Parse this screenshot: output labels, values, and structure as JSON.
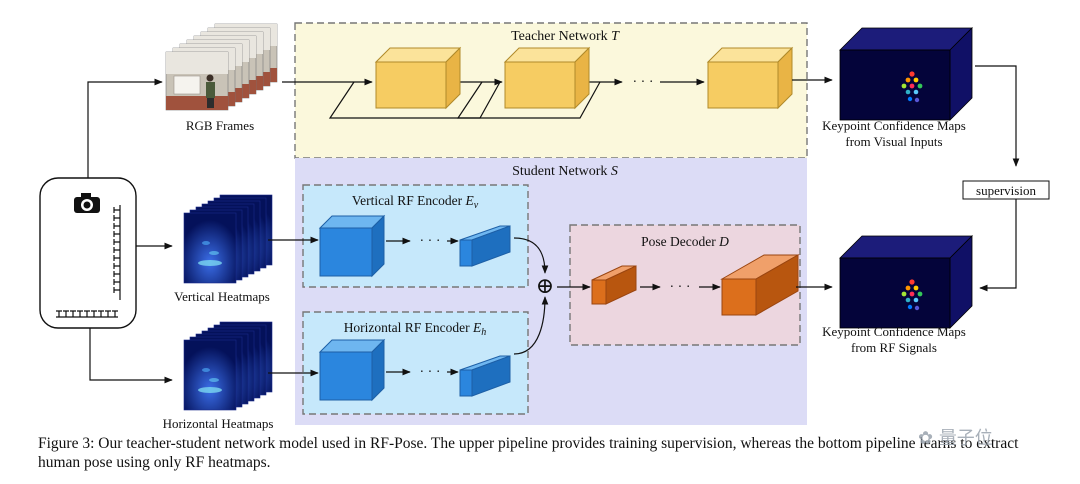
{
  "teacher": {
    "title": "Teacher Network",
    "symbol": "T"
  },
  "student": {
    "title": "Student Network",
    "symbol": "S"
  },
  "vertical_encoder": {
    "title": "Vertical RF Encoder",
    "symbol": "E",
    "sub": "v"
  },
  "horizontal_encoder": {
    "title": "Horizontal RF Encoder",
    "symbol": "E",
    "sub": "h"
  },
  "pose_decoder": {
    "title": "Pose Decoder",
    "symbol": "D"
  },
  "labels": {
    "rgb_frames": "RGB Frames",
    "vertical_heatmaps": "Vertical Heatmaps",
    "horizontal_heatmaps": "Horizontal Heatmaps",
    "supervision": "supervision",
    "kp_visual_line1": "Keypoint Confidence Maps",
    "kp_visual_line2": "from Visual Inputs",
    "kp_rf_line1": "Keypoint Confidence Maps",
    "kp_rf_line2": "from RF Signals",
    "dots": "· · ·",
    "oplus": "⊕"
  },
  "caption": "Figure 3: Our teacher-student network model used in RF-Pose. The upper pipeline provides training supervision, whereas the bottom pipeline learns to extract human pose using only RF heatmaps.",
  "watermark": "量子位",
  "colors": {
    "teacher_bg": "#fbf8dc",
    "student_bg": "#dcdcf6",
    "encoder_bg": "#c6e8fb",
    "decoder_bg": "#ecd6df",
    "yellow_box": "#f6cc62",
    "blue_box": "#2b86de",
    "orange_box": "#dc6f1c",
    "output_box": "#0b0b52"
  }
}
